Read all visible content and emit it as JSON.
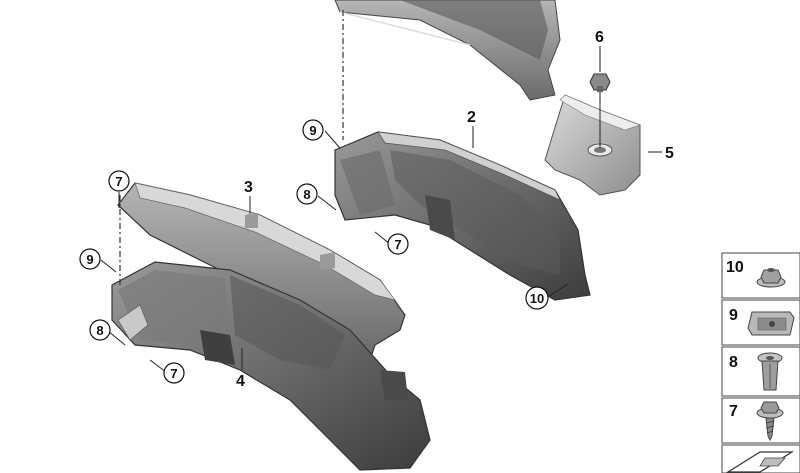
{
  "diagram": {
    "part_labels": {
      "p2": "2",
      "p3": "3",
      "p4": "4",
      "p5": "5",
      "p6": "6"
    },
    "callouts": {
      "c7_left_top": "7",
      "c7_left_bottom": "7",
      "c7_right": "7",
      "c8_left": "8",
      "c8_right": "8",
      "c9_left": "9",
      "c9_right": "9",
      "c10_right": "10"
    },
    "parts_panel": [
      {
        "number": "10",
        "icon": "flange-nut-icon"
      },
      {
        "number": "9",
        "icon": "clip-nut-icon"
      },
      {
        "number": "8",
        "icon": "expanding-rivet-icon"
      },
      {
        "number": "7",
        "icon": "hex-screw-icon"
      },
      {
        "number": "",
        "icon": "hardware-set-icon"
      }
    ]
  }
}
